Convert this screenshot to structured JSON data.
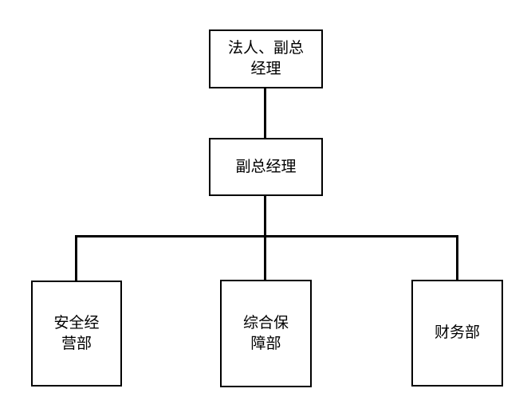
{
  "colors": {
    "background": "#ffffff",
    "line": "#000000",
    "box_border": "#000000",
    "text": "#000000"
  },
  "org_chart": {
    "type": "org-chart",
    "nodes": [
      {
        "id": "legal-deputy-gm",
        "label": "法人、副总经理",
        "display": "法人、副总\n经理",
        "level": 1
      },
      {
        "id": "deputy-gm",
        "label": "副总经理",
        "display": "副总经理",
        "level": 2
      },
      {
        "id": "safety-operations",
        "label": "安全经营部",
        "display": "安全经\n营部",
        "level": 3
      },
      {
        "id": "general-support",
        "label": "综合保障部",
        "display": "综合保\n障部",
        "level": 3
      },
      {
        "id": "finance",
        "label": "财务部",
        "display": "财务部",
        "level": 3
      }
    ],
    "edges": [
      {
        "from": "legal-deputy-gm",
        "to": "deputy-gm"
      },
      {
        "from": "deputy-gm",
        "to": "safety-operations"
      },
      {
        "from": "deputy-gm",
        "to": "general-support"
      },
      {
        "from": "deputy-gm",
        "to": "finance"
      }
    ]
  }
}
